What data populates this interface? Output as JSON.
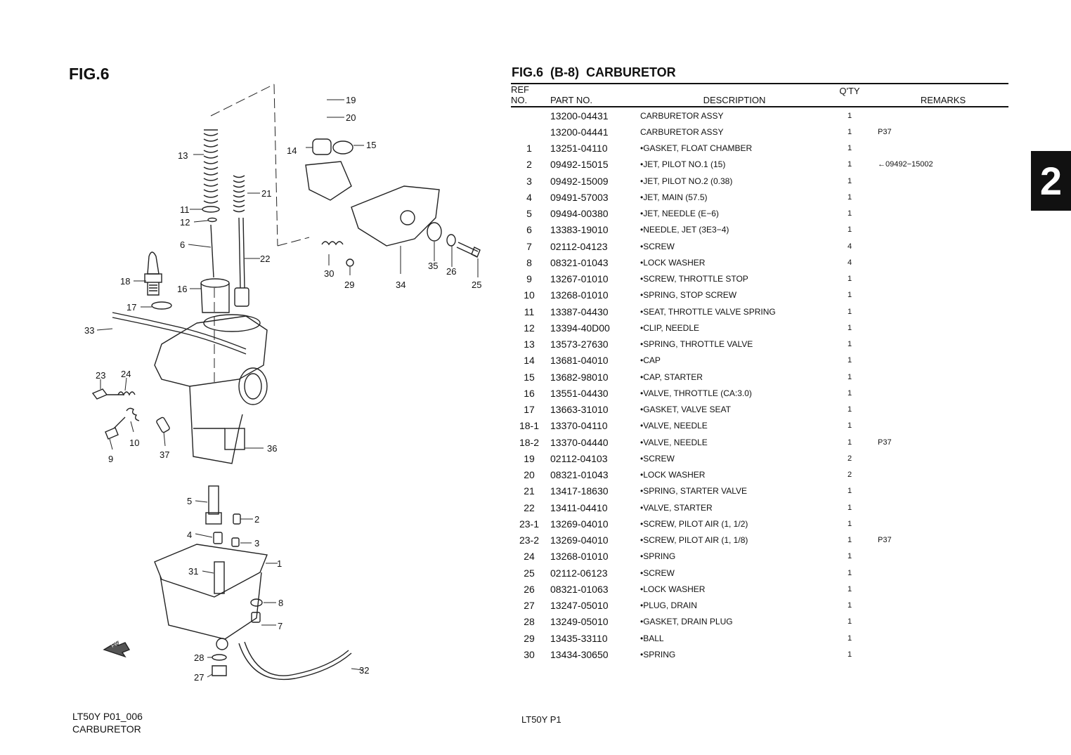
{
  "figure_label": "FIG.6",
  "title": "FIG.6  (B-8)  CARBURETOR",
  "section_number": "2",
  "table": {
    "headers": {
      "ref_no": "REF NO.",
      "part_no": "PART NO.",
      "description": "DESCRIPTION",
      "qty": "Q'TY",
      "remarks": "REMARKS"
    },
    "rows": [
      {
        "ref": "",
        "part": "13200-04431",
        "desc": "CARBURETOR ASSY",
        "qty": "1",
        "remarks": ""
      },
      {
        "ref": "",
        "part": "13200-04441",
        "desc": "CARBURETOR ASSY",
        "qty": "1",
        "remarks": "P37"
      },
      {
        "ref": "1",
        "part": "13251-04110",
        "desc": "•GASKET, FLOAT CHAMBER",
        "qty": "1",
        "remarks": ""
      },
      {
        "ref": "2",
        "part": "09492-15015",
        "desc": "•JET, PILOT NO.1 (15)",
        "qty": "1",
        "remarks": "←09492−15002"
      },
      {
        "ref": "3",
        "part": "09492-15009",
        "desc": "•JET, PILOT NO.2 (0.38)",
        "qty": "1",
        "remarks": ""
      },
      {
        "ref": "4",
        "part": "09491-57003",
        "desc": "•JET, MAIN (57.5)",
        "qty": "1",
        "remarks": ""
      },
      {
        "ref": "5",
        "part": "09494-00380",
        "desc": "•JET, NEEDLE (E−6)",
        "qty": "1",
        "remarks": ""
      },
      {
        "ref": "6",
        "part": "13383-19010",
        "desc": "•NEEDLE, JET (3E3−4)",
        "qty": "1",
        "remarks": ""
      },
      {
        "ref": "7",
        "part": "02112-04123",
        "desc": "•SCREW",
        "qty": "4",
        "remarks": ""
      },
      {
        "ref": "8",
        "part": "08321-01043",
        "desc": "•LOCK WASHER",
        "qty": "4",
        "remarks": ""
      },
      {
        "ref": "9",
        "part": "13267-01010",
        "desc": "•SCREW, THROTTLE STOP",
        "qty": "1",
        "remarks": ""
      },
      {
        "ref": "10",
        "part": "13268-01010",
        "desc": "•SPRING, STOP SCREW",
        "qty": "1",
        "remarks": ""
      },
      {
        "ref": "11",
        "part": "13387-04430",
        "desc": "•SEAT, THROTTLE VALVE SPRING",
        "qty": "1",
        "remarks": ""
      },
      {
        "ref": "12",
        "part": "13394-40D00",
        "desc": "•CLIP, NEEDLE",
        "qty": "1",
        "remarks": ""
      },
      {
        "ref": "13",
        "part": "13573-27630",
        "desc": "•SPRING, THROTTLE VALVE",
        "qty": "1",
        "remarks": ""
      },
      {
        "ref": "14",
        "part": "13681-04010",
        "desc": "•CAP",
        "qty": "1",
        "remarks": ""
      },
      {
        "ref": "15",
        "part": "13682-98010",
        "desc": "•CAP, STARTER",
        "qty": "1",
        "remarks": ""
      },
      {
        "ref": "16",
        "part": "13551-04430",
        "desc": "•VALVE, THROTTLE (CA:3.0)",
        "qty": "1",
        "remarks": ""
      },
      {
        "ref": "17",
        "part": "13663-31010",
        "desc": "•GASKET, VALVE SEAT",
        "qty": "1",
        "remarks": ""
      },
      {
        "ref": "18-1",
        "part": "13370-04110",
        "desc": "•VALVE, NEEDLE",
        "qty": "1",
        "remarks": ""
      },
      {
        "ref": "18-2",
        "part": "13370-04440",
        "desc": "•VALVE, NEEDLE",
        "qty": "1",
        "remarks": "P37"
      },
      {
        "ref": "19",
        "part": "02112-04103",
        "desc": "•SCREW",
        "qty": "2",
        "remarks": ""
      },
      {
        "ref": "20",
        "part": "08321-01043",
        "desc": "•LOCK WASHER",
        "qty": "2",
        "remarks": ""
      },
      {
        "ref": "21",
        "part": "13417-18630",
        "desc": "•SPRING, STARTER VALVE",
        "qty": "1",
        "remarks": ""
      },
      {
        "ref": "22",
        "part": "13411-04410",
        "desc": "•VALVE, STARTER",
        "qty": "1",
        "remarks": ""
      },
      {
        "ref": "23-1",
        "part": "13269-04010",
        "desc": "•SCREW, PILOT AIR (1, 1/2)",
        "qty": "1",
        "remarks": ""
      },
      {
        "ref": "23-2",
        "part": "13269-04010",
        "desc": "•SCREW, PILOT AIR (1, 1/8)",
        "qty": "1",
        "remarks": "P37"
      },
      {
        "ref": "24",
        "part": "13268-01010",
        "desc": "•SPRING",
        "qty": "1",
        "remarks": ""
      },
      {
        "ref": "25",
        "part": "02112-06123",
        "desc": "•SCREW",
        "qty": "1",
        "remarks": ""
      },
      {
        "ref": "26",
        "part": "08321-01063",
        "desc": "•LOCK WASHER",
        "qty": "1",
        "remarks": ""
      },
      {
        "ref": "27",
        "part": "13247-05010",
        "desc": "•PLUG, DRAIN",
        "qty": "1",
        "remarks": ""
      },
      {
        "ref": "28",
        "part": "13249-05010",
        "desc": "•GASKET, DRAIN PLUG",
        "qty": "1",
        "remarks": ""
      },
      {
        "ref": "29",
        "part": "13435-33110",
        "desc": "•BALL",
        "qty": "1",
        "remarks": ""
      },
      {
        "ref": "30",
        "part": "13434-30650",
        "desc": "•SPRING",
        "qty": "1",
        "remarks": ""
      }
    ]
  },
  "diagram": {
    "callouts": [
      "19",
      "20",
      "15",
      "14",
      "13",
      "21",
      "11",
      "12",
      "6",
      "22",
      "30",
      "29",
      "34",
      "35",
      "26",
      "25",
      "18",
      "16",
      "17",
      "33",
      "23",
      "24",
      "10",
      "9",
      "37",
      "36",
      "5",
      "2",
      "4",
      "3",
      "1",
      "31",
      "8",
      "7",
      "28",
      "27",
      "32"
    ],
    "fwd_label": "FWD"
  },
  "left_footer": {
    "line1": "LT50Y P01_006",
    "line2": "CARBURETOR"
  },
  "right_footer": "LT50Y P1"
}
